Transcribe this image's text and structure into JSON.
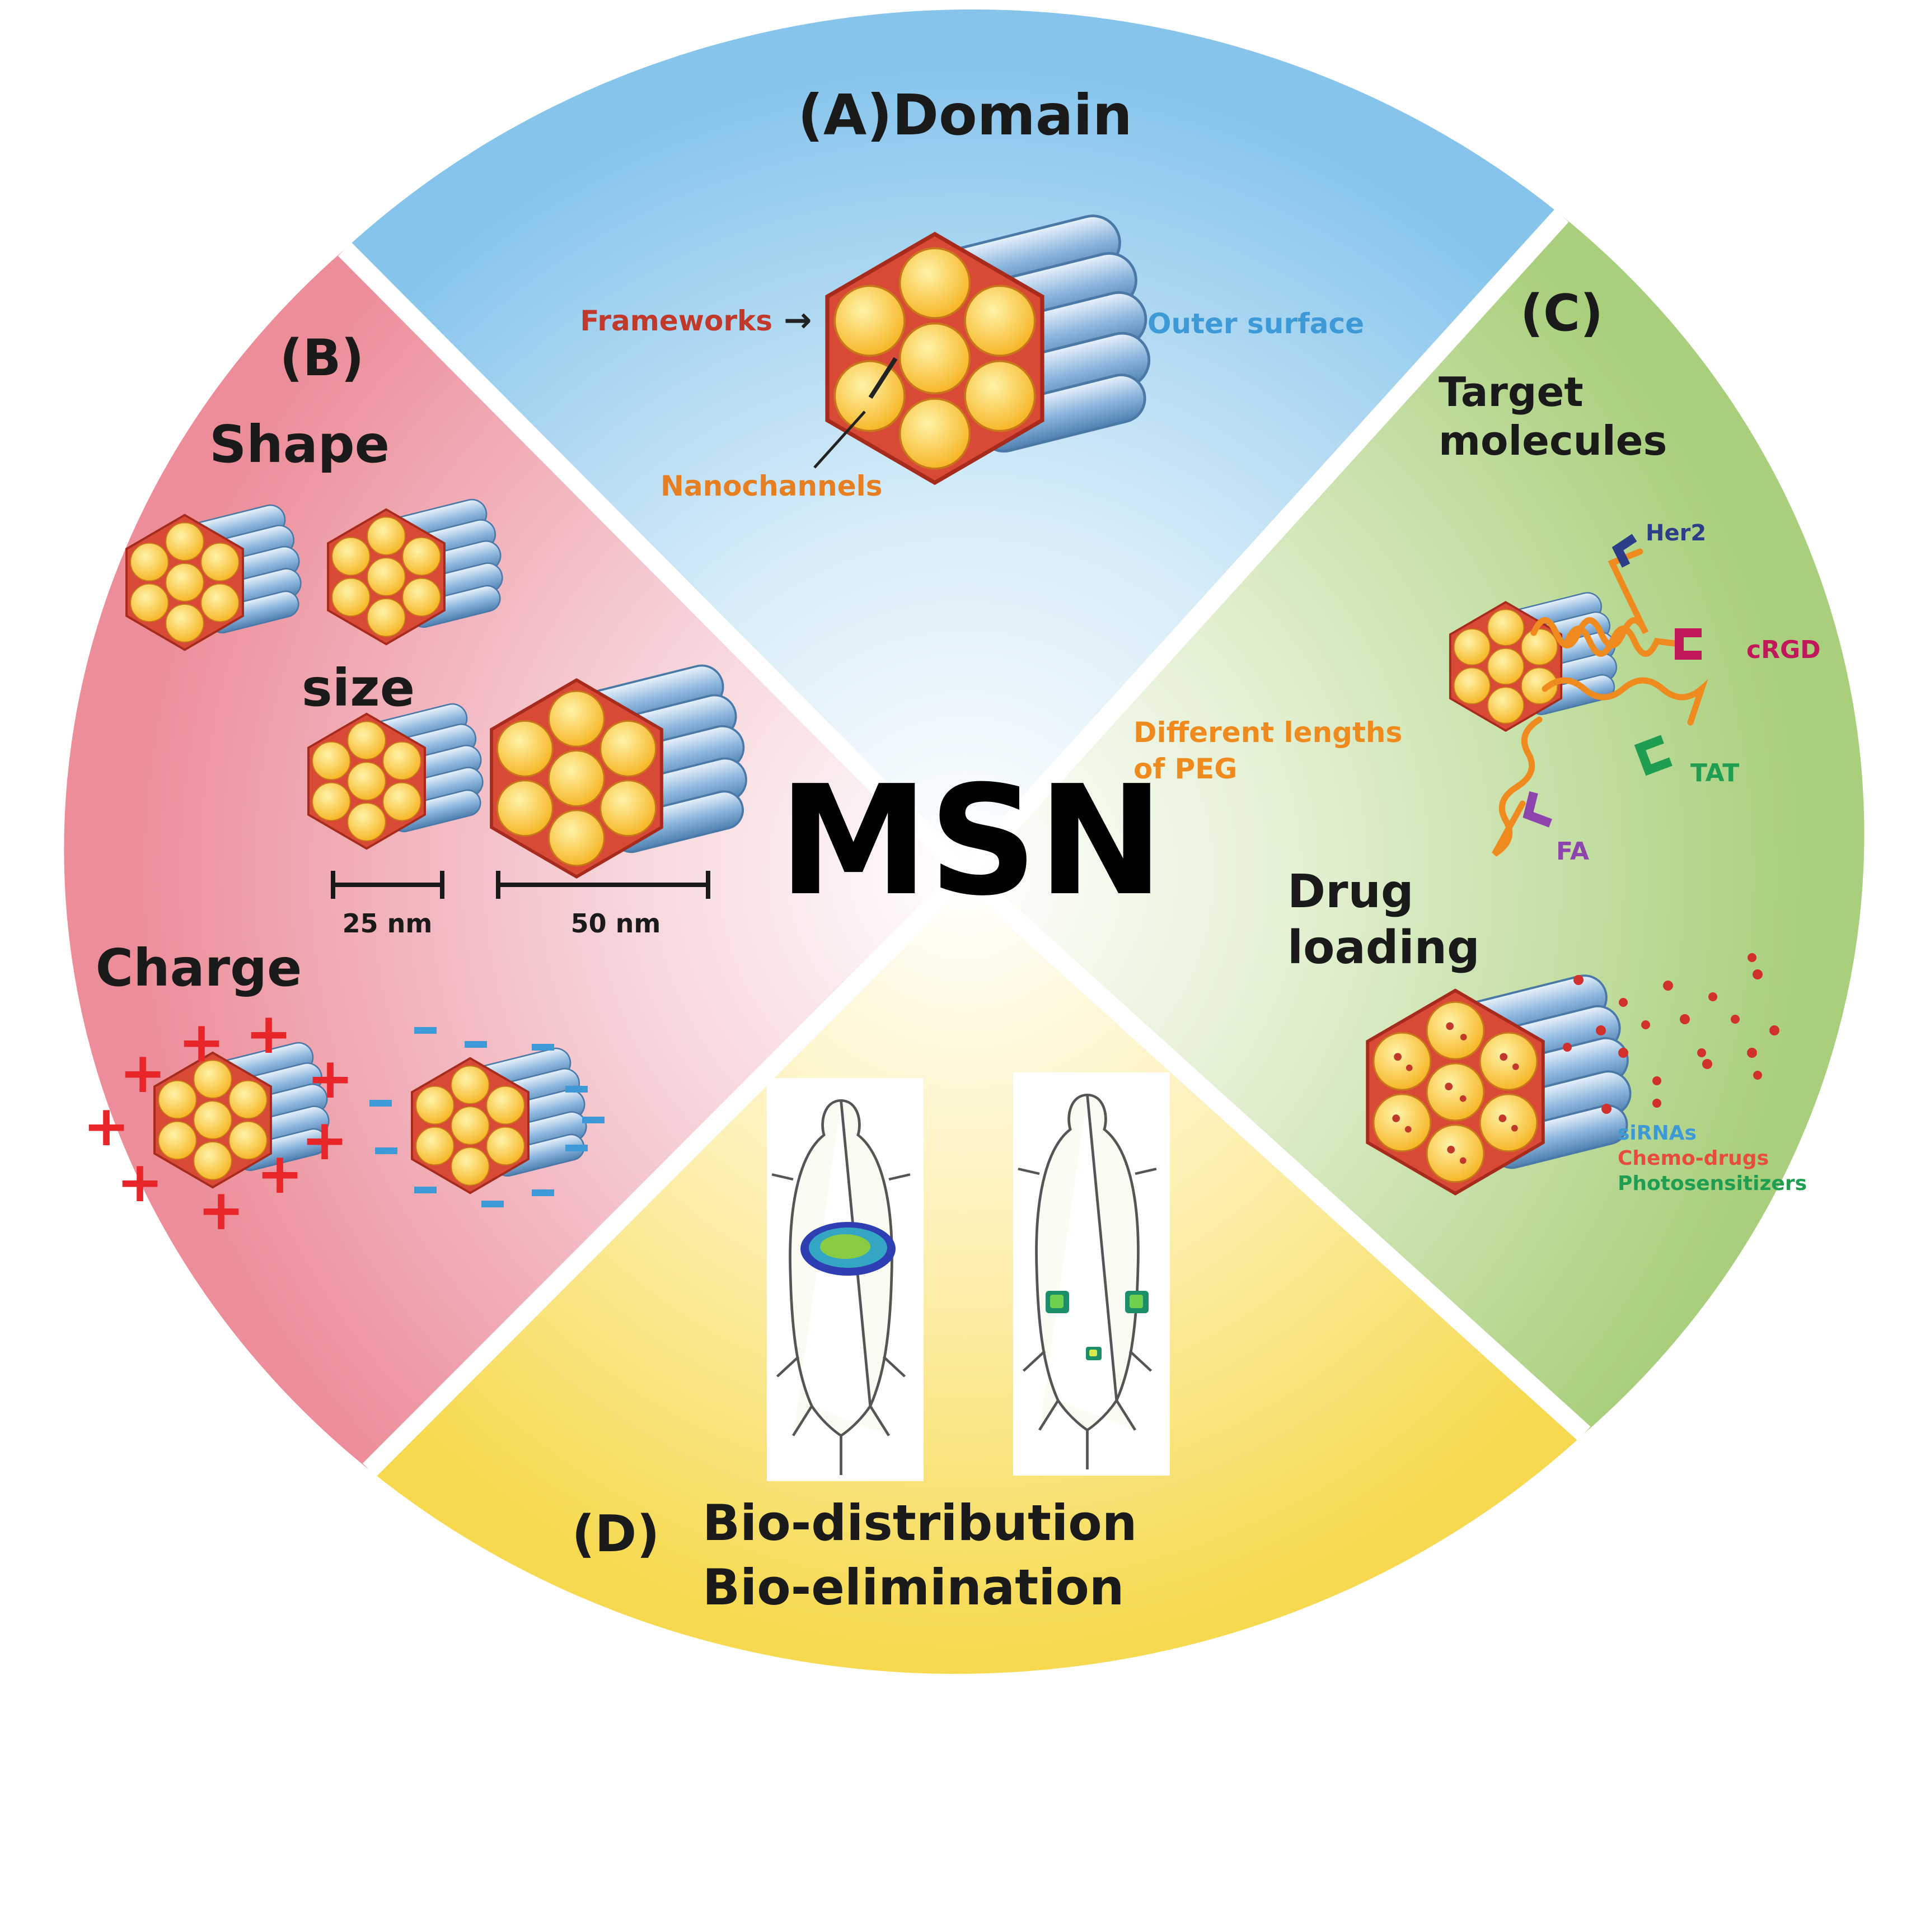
{
  "center": {
    "title": "MSN"
  },
  "sections": {
    "a": {
      "title": "(A)Domain",
      "frameworks": "Frameworks",
      "frameworks_arrow": "→",
      "outer_surface": "Outer surface",
      "nanochannels": "Nanochannels"
    },
    "b": {
      "letter": "(B)",
      "shape": "Shape",
      "size": "size",
      "scale_small": "25 nm",
      "scale_large": "50 nm",
      "charge": "Charge",
      "plus": "+",
      "minus": "−"
    },
    "c": {
      "letter": "(C)",
      "target_line1": "Target",
      "target_line2": "molecules",
      "ligand_her2": "Her2",
      "ligand_crgd": "cRGD",
      "ligand_tat": "TAT",
      "ligand_fa": "FA",
      "peg_line1": "Different lengths",
      "peg_line2": "of PEG",
      "drug_line1": "Drug",
      "drug_line2": "loading",
      "cargo_sirna": "siRNAs",
      "cargo_chemo": "Chemo-drugs",
      "cargo_photo": "Photosensitizers"
    },
    "d": {
      "letter": "(D)",
      "line1": "Bio-distribution",
      "line2": "Bio-elimination"
    }
  },
  "colors": {
    "domain_blue": "#9ccfee",
    "shape_pink": "#ef98a4",
    "target_green": "#b4d68a",
    "bio_yellow": "#f8e070",
    "particle_red": "#d84a36",
    "pore_yellow": "#fbc437",
    "rod_blue": "#7aa7cf",
    "framework_label": "#c0392b",
    "outer_surface_label": "#3e9ad6",
    "nanochannels_label": "#e67e22",
    "peg_orange": "#ef8a1e",
    "her2_label": "#2c3e88",
    "crgd_label": "#c0185a",
    "tat_label": "#1f9e52",
    "fa_label": "#8e44ad"
  }
}
